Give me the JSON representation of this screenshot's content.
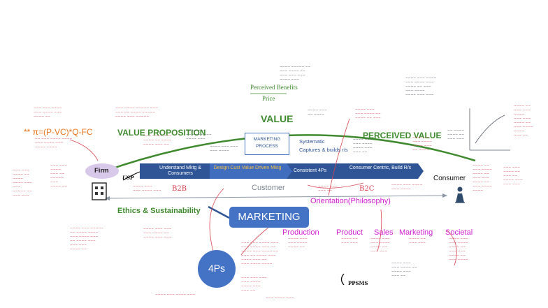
{
  "labels": {
    "perceived_benefits": "Perceived Benefits",
    "price": "Price",
    "value": "VALUE",
    "value_proposition": "VALUE PROPOSITION",
    "perceived_value": "PERCEIVED VALUE",
    "formula": "** π=(P-VC)*Q-FC",
    "marketing_process": "MARKETING PROCESS",
    "systematic": "Systematic",
    "captures": "Captures & builds r/s",
    "firm": "Firm",
    "consumer": "Consumer",
    "customer": "Customer",
    "b2b": "B2B",
    "b2c": "B2C",
    "ethics": "Ethics & Sustainability",
    "marketing": "MARKETING",
    "orientation": "Orientation(Philosophy)",
    "four_ps": "4Ps",
    "ppsms": "PPSMS",
    "usp": "USP"
  },
  "process_steps": [
    "Understand Mktg & Consumers",
    "Design Cust Value Driven Mktg",
    "Consistent 4Ps",
    "Consumer Centric, Build R/s"
  ],
  "orientations": [
    "Production",
    "Product",
    "Sales",
    "Marketing",
    "Societal"
  ],
  "colors": {
    "green": "#3f8a2e",
    "blue": "#4472c4",
    "dark_blue": "#2f5597",
    "orange": "#e8741a",
    "magenta": "#d21fd2",
    "red": "#d94350",
    "ink": "#555b66"
  }
}
